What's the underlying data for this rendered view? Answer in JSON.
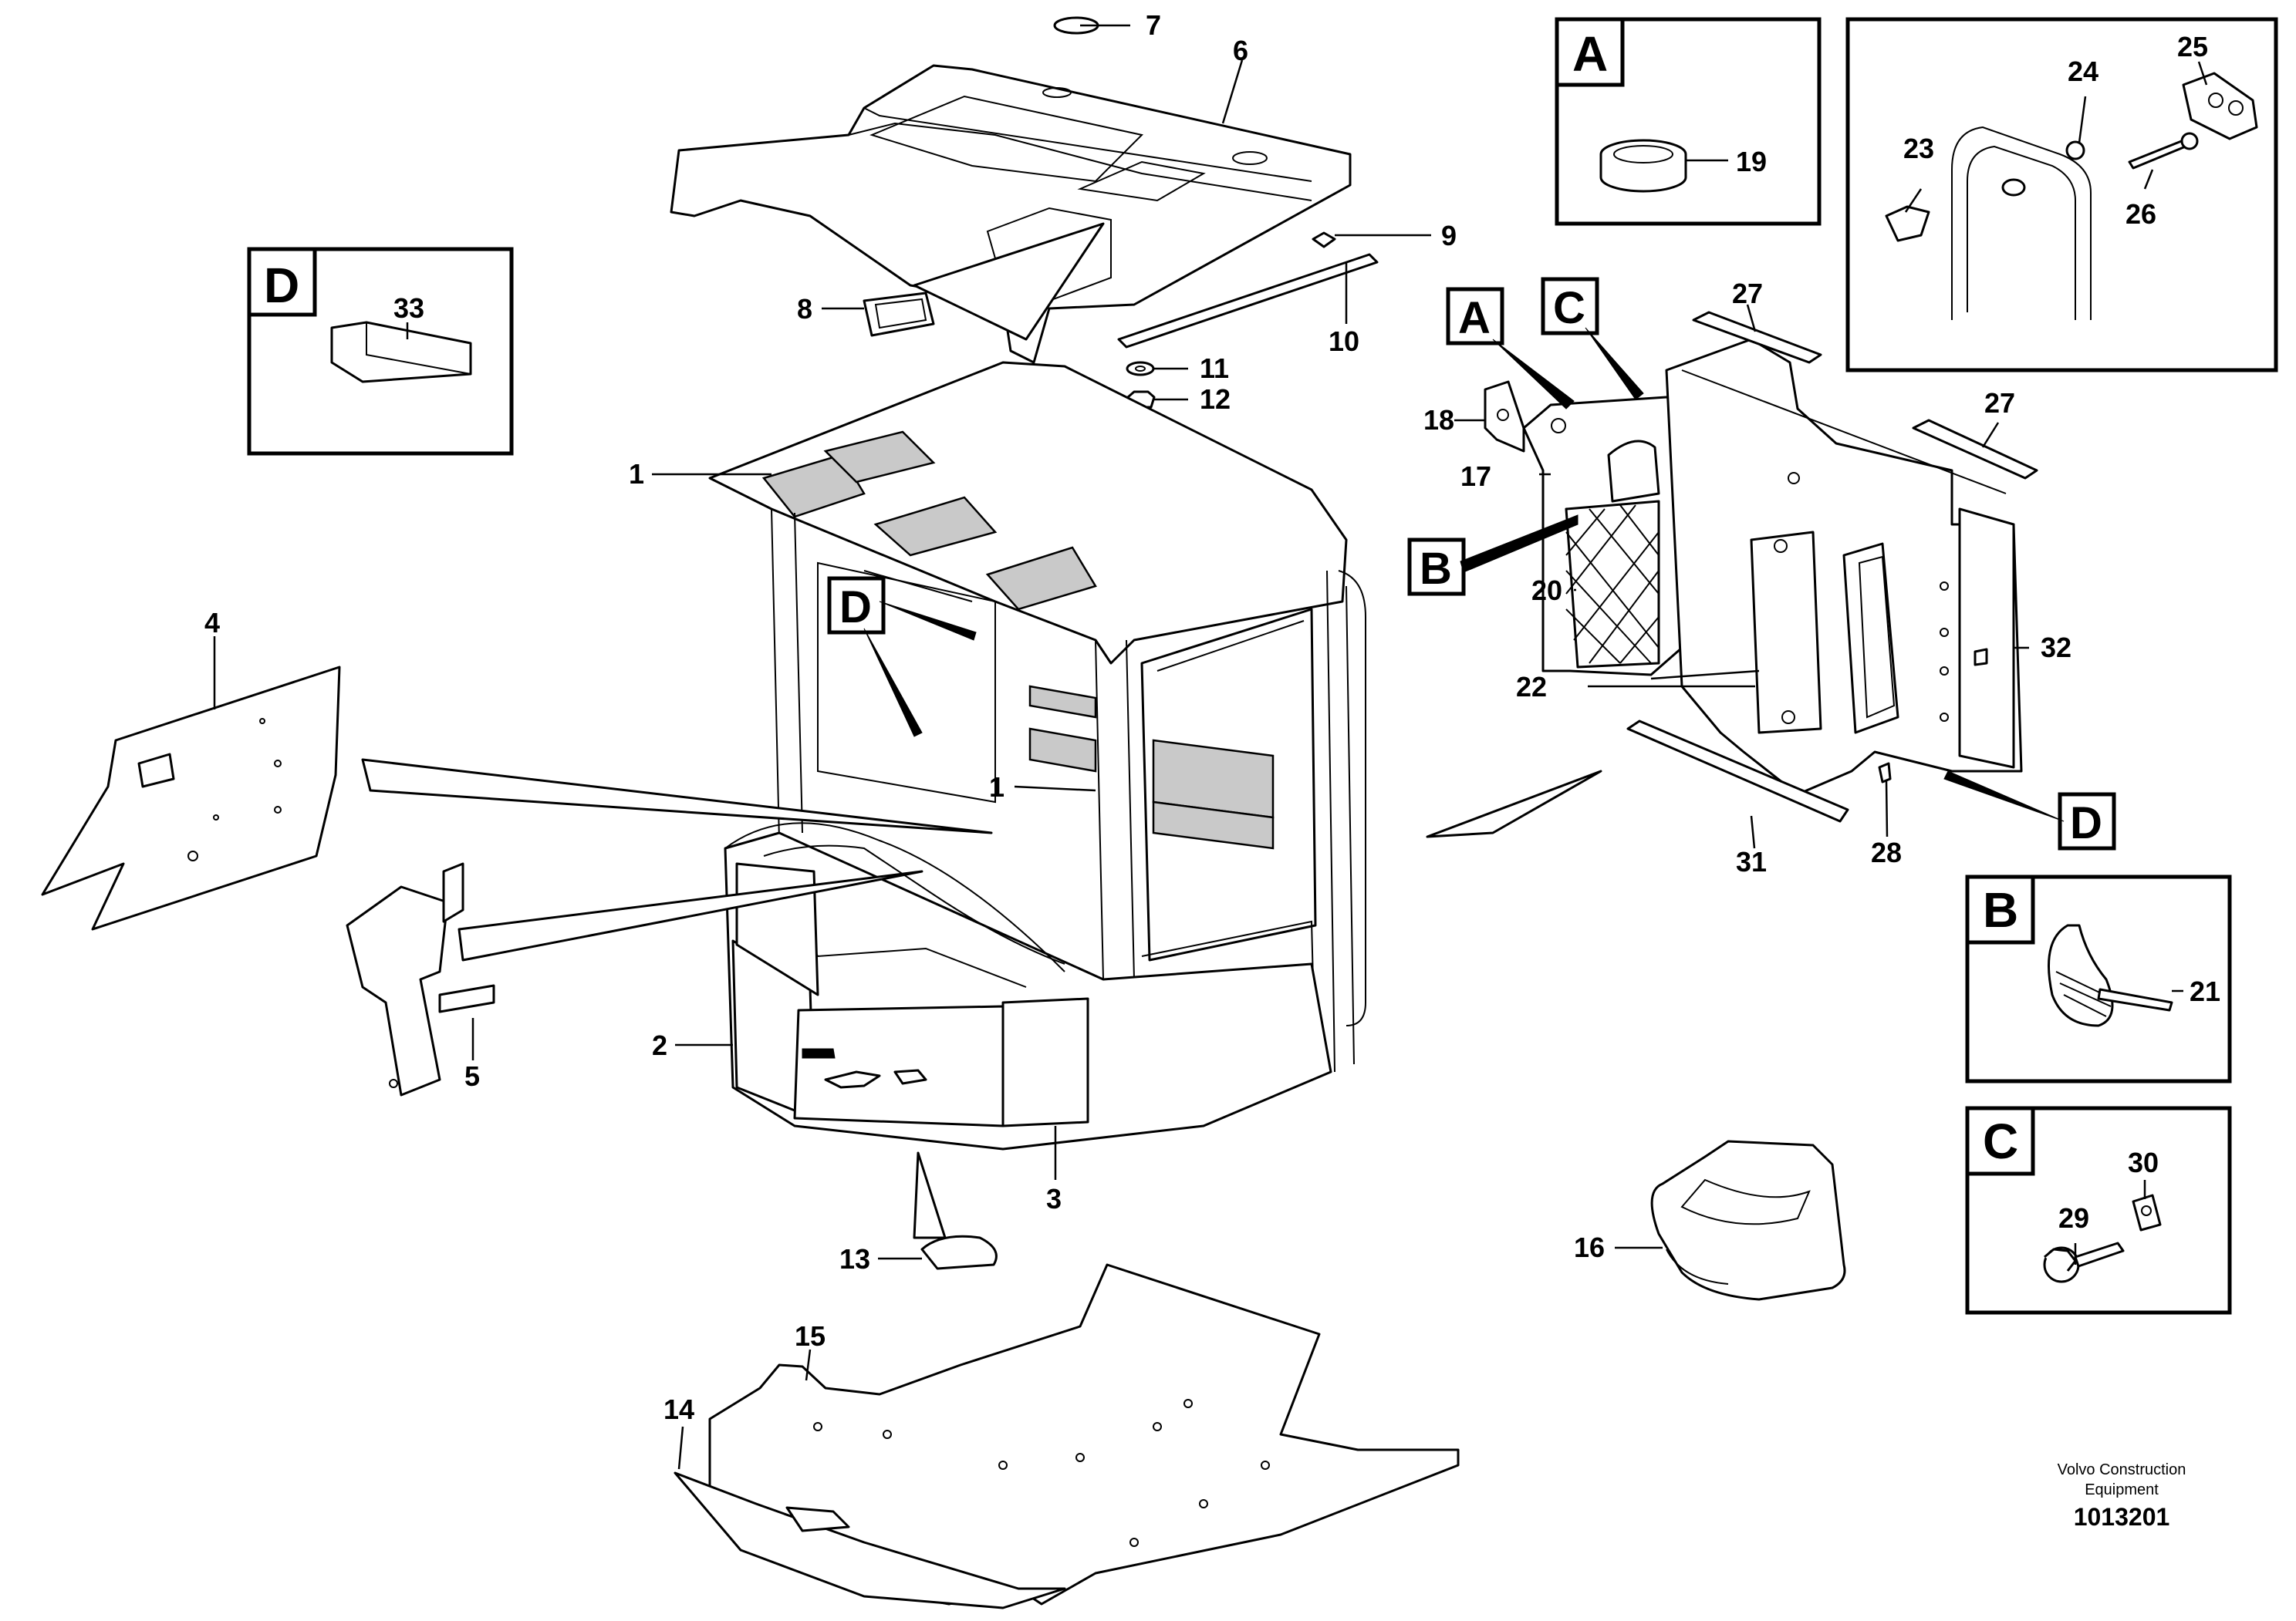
{
  "diagram": {
    "labels": {
      "p1": "1",
      "p1b": "1",
      "p2": "2",
      "p3": "3",
      "p4": "4",
      "p5": "5",
      "p6": "6",
      "p7": "7",
      "p8": "8",
      "p9": "9",
      "p10": "10",
      "p11": "11",
      "p12": "12",
      "p13": "13",
      "p14": "14",
      "p15": "15",
      "p16": "16",
      "p17": "17",
      "p18": "18",
      "p19": "19",
      "p20": "20",
      "p21": "21",
      "p22": "22",
      "p23": "23",
      "p24": "24",
      "p25": "25",
      "p26": "26",
      "p27a": "27",
      "p27b": "27",
      "p28": "28",
      "p29": "29",
      "p30": "30",
      "p31": "31",
      "p32": "32",
      "p33": "33"
    },
    "detail_letters": {
      "a_box": "A",
      "b_box": "B",
      "c_box": "C",
      "d_box": "D",
      "a_call": "A",
      "b_call": "B",
      "c_call": "C",
      "d_call_cab": "D",
      "d_call_panel": "D"
    },
    "footer": {
      "company_line1": "Volvo Construction",
      "company_line2": "Equipment",
      "drawing_id": "1013201"
    }
  }
}
